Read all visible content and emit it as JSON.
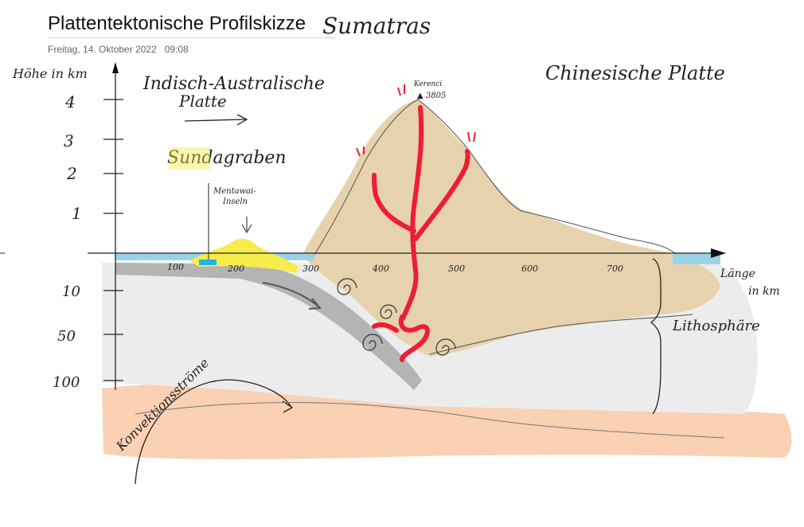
{
  "page": {
    "title": "Plattentektonische Profilskizze",
    "date": "Freitag, 14. Oktober 2022",
    "time": "09:08"
  },
  "labels": {
    "island": "Sumatras",
    "plate_east": "Chinesische Platte",
    "plate_west_line1": "Indisch-Australische",
    "plate_west_line2": "Platte",
    "trench": "Sundagraben",
    "mentawai_line1": "Mentawai-",
    "mentawai_line2": "Inseln",
    "volcano": "Kerenci",
    "volcano_height": "▲ 3805",
    "lithosphere": "Lithosphäre",
    "convection": "Konvektionsströme",
    "y_axis": "Höhe in km",
    "x_axis_line1": "Länge",
    "x_axis_line2": "in km"
  },
  "y_ticks": [
    "4",
    "3",
    "2",
    "1",
    "10",
    "50",
    "100"
  ],
  "x_ticks": [
    "100",
    "200",
    "300",
    "400",
    "500",
    "600",
    "700"
  ],
  "colors": {
    "mountain": "#e6d2ad",
    "lithosphere": "#ececec",
    "slab": "#b4b4b4",
    "mantle": "#f9c9a6",
    "sea": "#9bd3e6",
    "islands": "#f6ec4c",
    "magma": "#ee1c35"
  }
}
